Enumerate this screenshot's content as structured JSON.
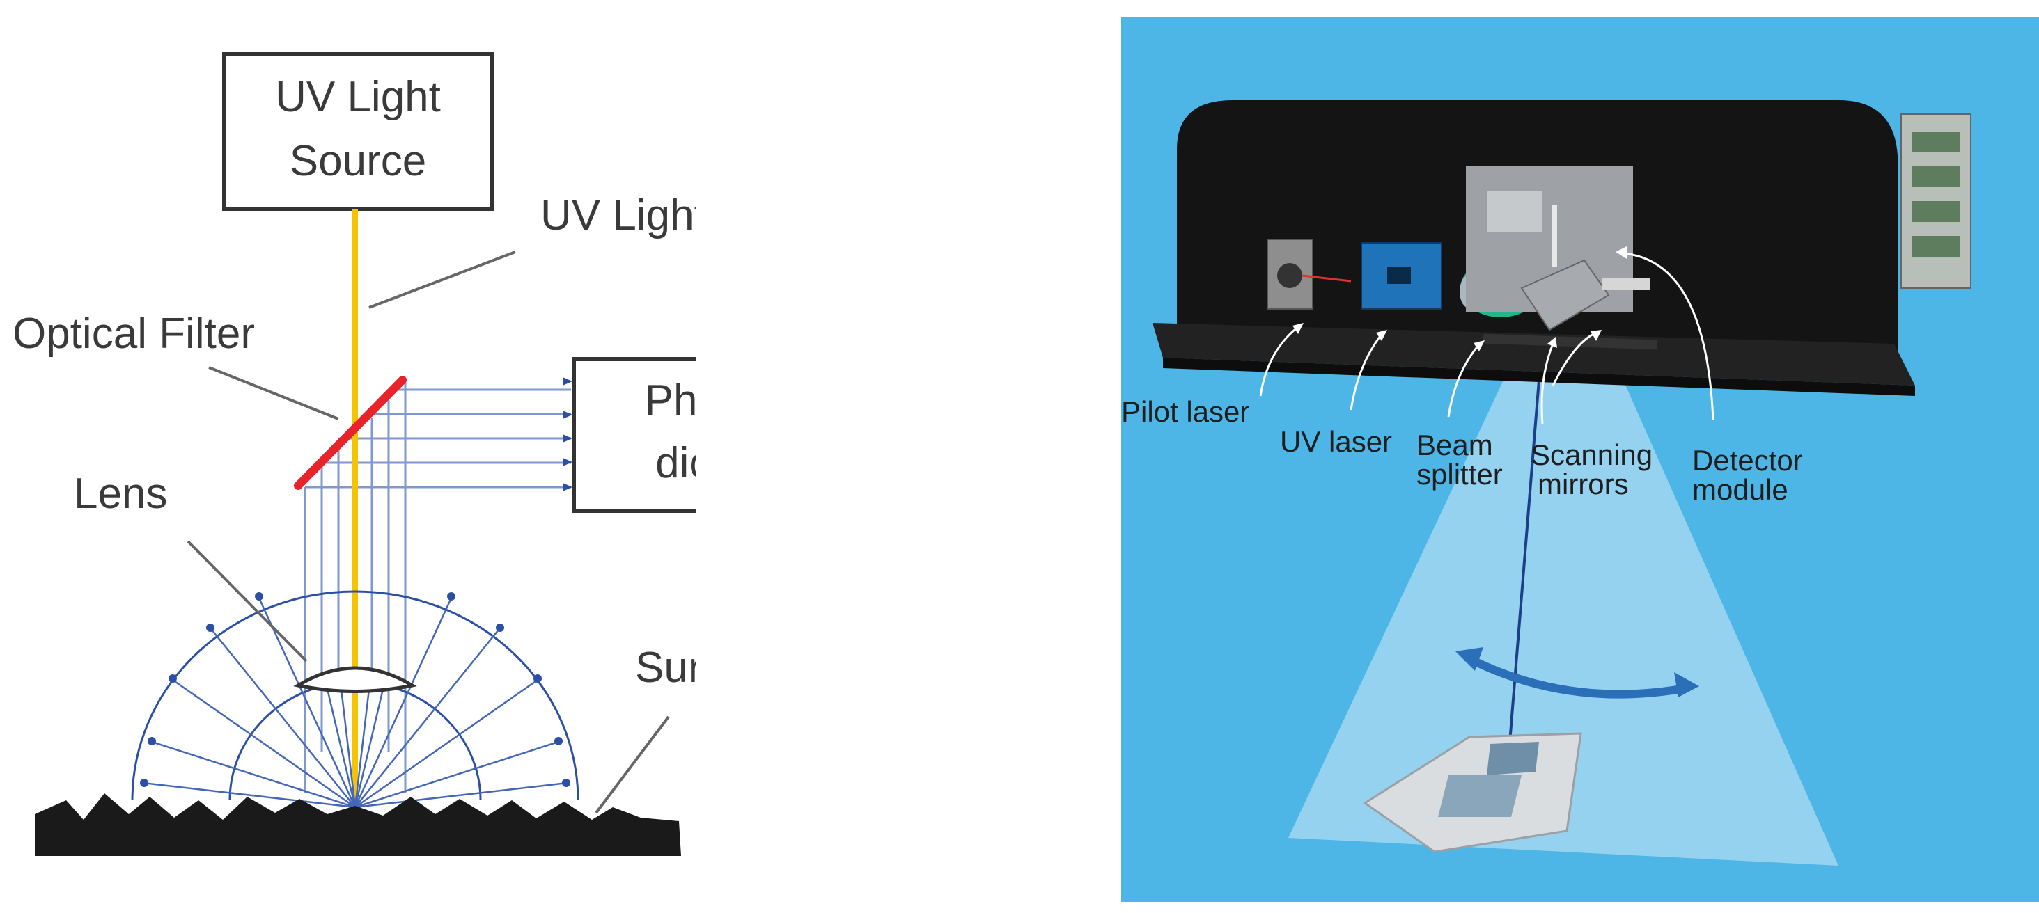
{
  "left_diagram": {
    "source_box": [
      "UV Light",
      "Source"
    ],
    "ray_label": "UV Light Ray",
    "filter_label": "Optical Filter",
    "photodiode_box": [
      "Photo-",
      "diode"
    ],
    "lens_label": "Lens",
    "surface_label": "Surface"
  },
  "right_diagram": {
    "labels": {
      "pilot_laser": "Pilot laser",
      "uv_laser": "UV laser",
      "beam_splitter": [
        "Beam",
        "splitter"
      ],
      "scanning_mirrors": [
        "Scanning",
        "mirrors"
      ],
      "detector_module": [
        "Detector",
        "module"
      ]
    }
  },
  "colors": {
    "uv_ray": "#f5c400",
    "filter": "#e8232a",
    "light_lines": "#2c4fa6",
    "background_blue": "#4db6e6",
    "surface": "#1a1a1a"
  }
}
